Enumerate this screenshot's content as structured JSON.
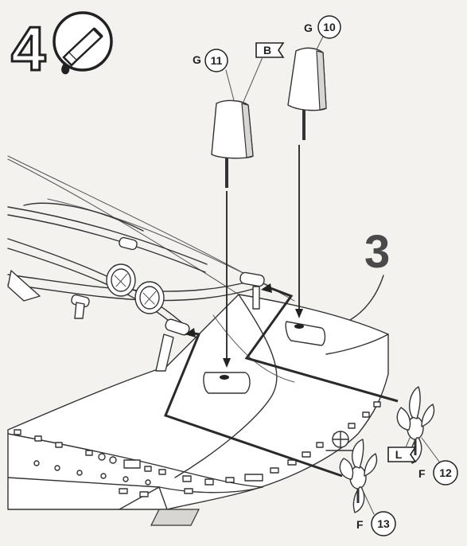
{
  "step": {
    "number": "4",
    "icon": "glue-tube-icon"
  },
  "sub_step": {
    "number": "3"
  },
  "parts": [
    {
      "id": "rudder-11",
      "group": "G",
      "number": "11",
      "flag": "B"
    },
    {
      "id": "rudder-10",
      "group": "G",
      "number": "10"
    },
    {
      "id": "propeller-12",
      "group": "F",
      "number": "12",
      "flag": "L"
    },
    {
      "id": "propeller-13",
      "group": "F",
      "number": "13"
    }
  ]
}
